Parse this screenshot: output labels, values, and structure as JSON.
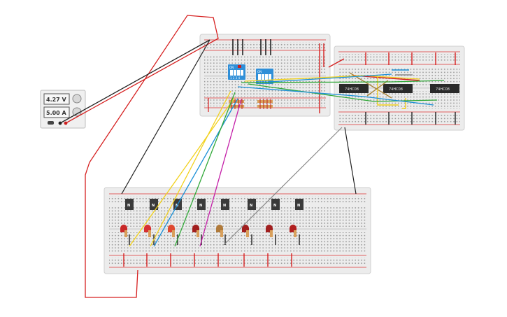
{
  "power_supply": {
    "voltage": "4.27 V",
    "current": "5.00 A"
  },
  "dip_switches": [
    {
      "top_label": "ON",
      "pins": "1 2 3 4"
    },
    {
      "top_label": "ON",
      "pins": "1 2 3 4"
    }
  ],
  "chips": [
    {
      "label": "74HC08"
    },
    {
      "label": "74HC08"
    },
    {
      "label": "74HC08"
    }
  ],
  "transistors": [
    {
      "label": "N"
    },
    {
      "label": "N"
    },
    {
      "label": "N"
    },
    {
      "label": "N"
    },
    {
      "label": "N"
    },
    {
      "label": "N"
    },
    {
      "label": "N"
    },
    {
      "label": "N"
    }
  ],
  "colors": {
    "breadboard": "#ececec",
    "wire_red": "#d62020",
    "wire_black": "#222222",
    "wire_yellow": "#f2d11c",
    "wire_blue": "#1a8fd6",
    "wire_green": "#30a838",
    "wire_magenta": "#c41ea8",
    "wire_gray": "#8a8a8a",
    "dip_blue": "#2f8fd8",
    "chip_black": "#2a2a2a"
  }
}
